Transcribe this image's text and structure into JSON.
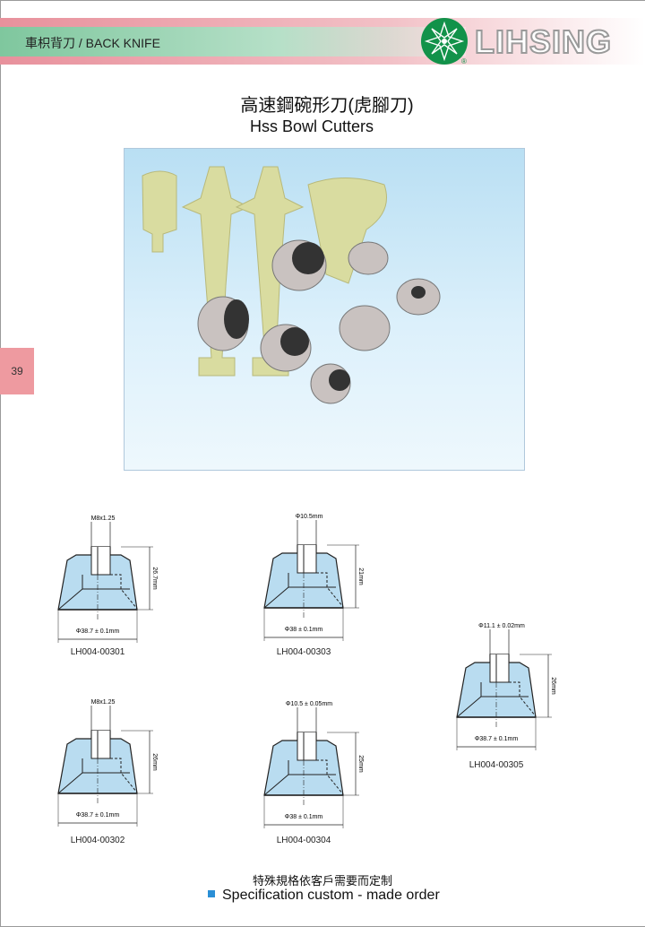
{
  "header": {
    "section": "車枳背刀 / BACK KNIFE",
    "brand": "LIHSING",
    "registered": "®"
  },
  "page_number": "39",
  "title_zh": "高速鋼碗形刀(虎腳刀)",
  "title_en": "Hss Bowl Cutters",
  "products": [
    {
      "code": "LH004-00301",
      "bore": "M8x1.25",
      "height": "26.7mm",
      "diameter": "Φ38.7 ± 0.1mm"
    },
    {
      "code": "LH004-00302",
      "bore": "M8x1.25",
      "height": "26mm",
      "diameter": "Φ38.7 ± 0.1mm"
    },
    {
      "code": "LH004-00303",
      "bore": "Φ10.5mm",
      "height": "21mm",
      "diameter": "Φ38 ± 0.1mm"
    },
    {
      "code": "LH004-00304",
      "bore": "Φ10.5 ± 0.05mm",
      "height": "25mm",
      "diameter": "Φ38 ± 0.1mm"
    },
    {
      "code": "LH004-00305",
      "bore": "Φ11.1 ± 0.02mm",
      "height": "26mm",
      "diameter": "Φ38.7 ± 0.1mm"
    }
  ],
  "footer": {
    "note_zh": "特殊規格依客戶需要而定制",
    "note_en": "Specification custom - made order"
  },
  "colors": {
    "accent": "#2a8fd6",
    "brand_green": "#12924a",
    "fill": "#b9dcf0"
  }
}
